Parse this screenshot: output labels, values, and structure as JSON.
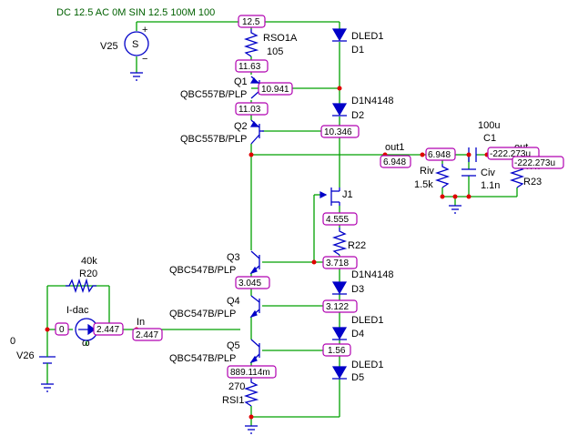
{
  "source": {
    "v25_spec": "DC 12.5 AC 0M SIN 12.5 100M 100",
    "v25_name": "V25",
    "v26_value": "0",
    "v26_name": "V26"
  },
  "components": {
    "rso1a_name": "RSO1A",
    "rso1a_value": "105",
    "dled1_top_model": "DLED1",
    "d1_name": "D1",
    "d2_model": "D1N4148",
    "d2_name": "D2",
    "q1_name": "Q1",
    "q1_model": "QBC557B/PLP",
    "q2_name": "Q2",
    "q2_model": "QBC557B/PLP",
    "j1_name": "J1",
    "r22_name": "R22",
    "d3_model": "D1N4148",
    "d3_name": "D3",
    "q3_name": "Q3",
    "q3_model": "QBC547B/PLP",
    "q4_name": "Q4",
    "q4_model": "QBC547B/PLP",
    "d4_model": "DLED1",
    "d4_name": "D4",
    "q5_name": "Q5",
    "q5_model": "QBC547B/PLP",
    "d5_model": "DLED1",
    "d5_name": "D5",
    "rsi1_value": "270",
    "rsi1_name": "RSI1",
    "r20_value": "40k",
    "r20_name": "R20",
    "idac_name": "I-dac",
    "in_label": "In",
    "out1_label": "out1",
    "c1_value": "100u",
    "c1_name": "C1",
    "out_label": "out",
    "riv_name": "Riv",
    "riv_value": "1.5k",
    "civ_name": "Civ",
    "civ_value": "1.1n",
    "r23_value": "47k",
    "r23_name": "R23"
  },
  "voltages": {
    "top": "12.5",
    "q1_emitter": "11.63",
    "q1_collector": "10.941",
    "q2_emitter": "11.03",
    "q2_base": "10.346",
    "out1": "6.948",
    "out1b": "6.948",
    "out_a": "-222.273u",
    "out_b": "-222.273u",
    "j1_source": "4.555",
    "q3_base": "3.718",
    "q3_emitter": "3.045",
    "d3_cathode": "3.122",
    "d4_cathode": "1.56",
    "q5_emitter": "889.114m",
    "idac_zero": "0",
    "idac_out": "2.447",
    "in_node": "2.447"
  }
}
